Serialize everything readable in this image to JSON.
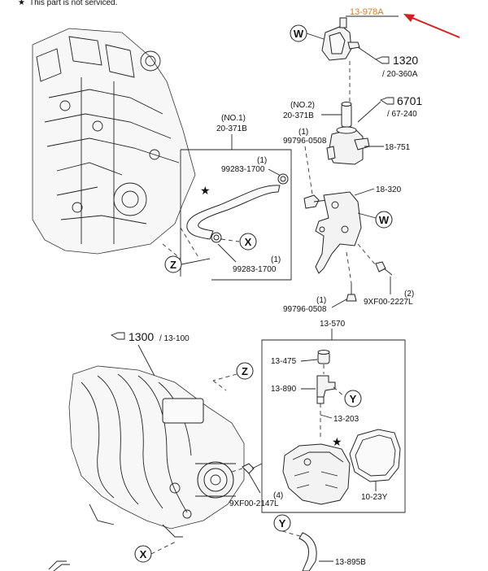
{
  "header_note": "This part is not serviced.",
  "labels": {
    "p13978a": "13-978A",
    "p1320": "1320",
    "p20360a": "/ 20-360A",
    "p6701": "6701",
    "p67240": "/ 67-240",
    "no2": "(NO.2)",
    "p20371b_2": "20-371B",
    "no1": "(NO.1)",
    "p20371b_1": "20-371B",
    "q1a": "(1)",
    "p99796_top": "99796-0508",
    "p18751": "18-751",
    "q1b": "(1)",
    "p99283_top": "99283-1700",
    "p18320": "18-320",
    "q1c": "(1)",
    "p99283_bot": "99283-1700",
    "q1d": "(1)",
    "p99796_bot": "99796-0508",
    "q2": "(2)",
    "p9xf00_2227l": "9XF00-2227L",
    "p1300": "1300",
    "p13100": "/ 13-100",
    "p13570": "13-570",
    "p13475": "13-475",
    "p13890": "13-890",
    "p13203": "13-203",
    "q4": "(4)",
    "p9xf00_2147l": "9XF00-2147L",
    "p1023y": "10-23Y",
    "p13895b": "13-895B"
  },
  "markers": {
    "w1": "W",
    "w2": "W",
    "x1": "X",
    "x2": "X",
    "y1": "Y",
    "y2": "Y",
    "z1": "Z",
    "z2": "Z"
  },
  "colors": {
    "highlight_label": "#e07820",
    "arrow": "#d42020",
    "line": "#222222"
  },
  "icons": {
    "star": "star-icon",
    "ref_arrow": "reference-arrow-icon",
    "callout_arrow": "red-arrow-icon"
  }
}
